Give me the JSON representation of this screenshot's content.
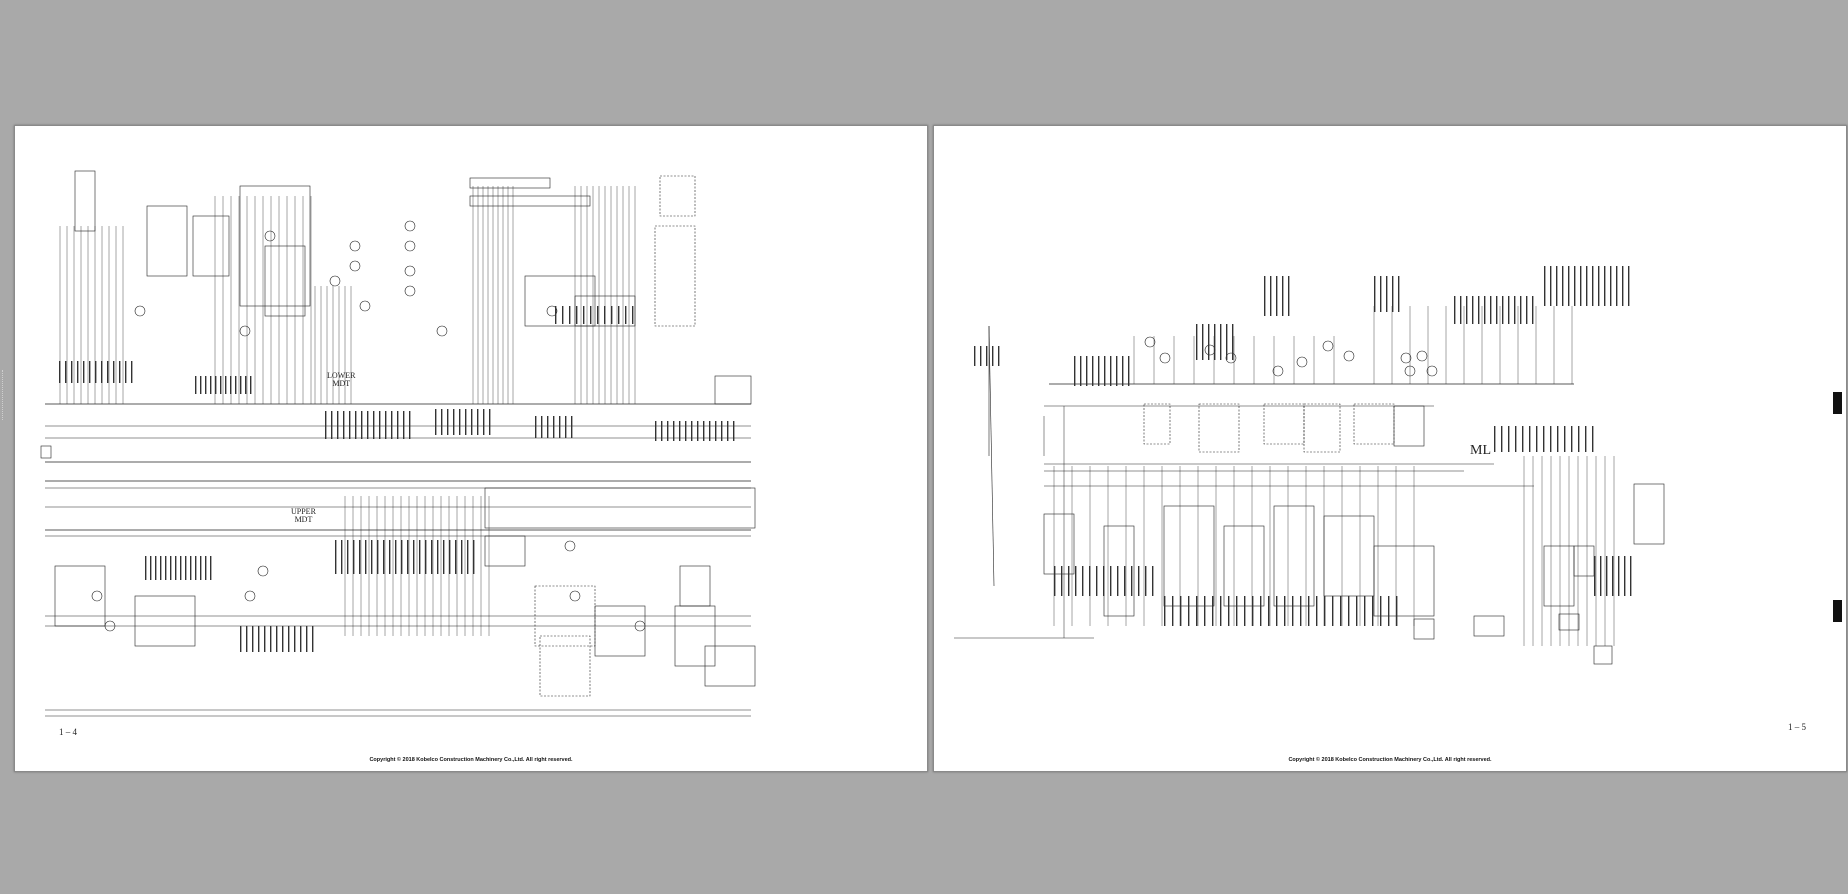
{
  "pages": [
    {
      "page_number": "1 – 4",
      "copyright": "Copyright © 2018 Kobelco Construction Machinery Co.,Ltd. All right reserved.",
      "labels": {
        "lower_mdt": "LOWER\nMDT",
        "upper_mdt": "UPPER\nMDT"
      }
    },
    {
      "page_number": "1 – 5",
      "copyright": "Copyright © 2018 Kobelco Construction Machinery Co.,Ltd. All right reserved.",
      "labels": {
        "ml": "ML"
      }
    }
  ],
  "colors": {
    "background": "#a9a9a9",
    "page": "#ffffff",
    "ink": "#222222"
  }
}
